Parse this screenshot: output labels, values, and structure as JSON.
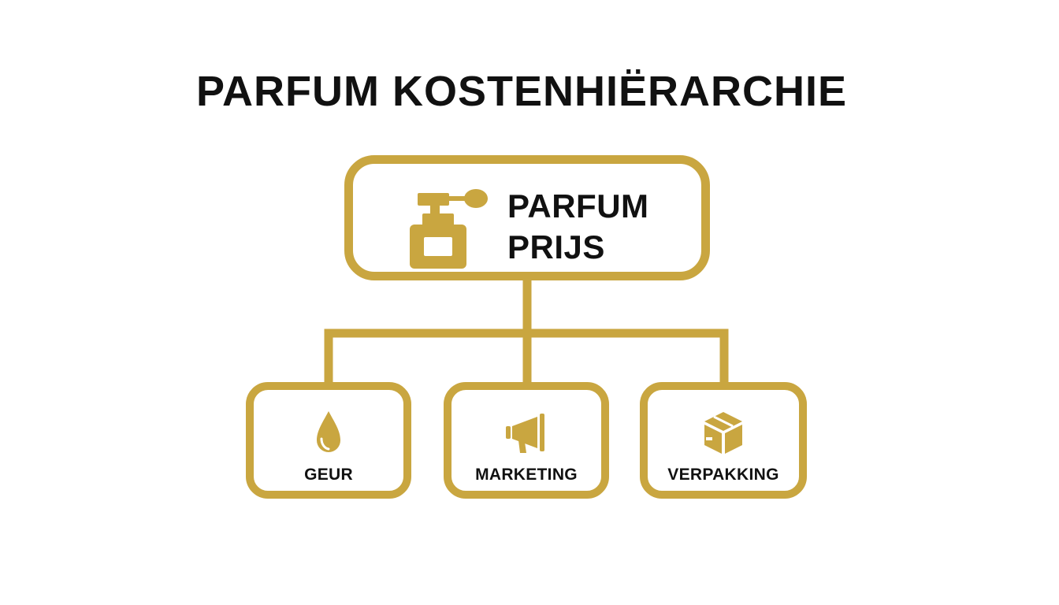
{
  "title": "PARFUM KOSTENHIËRARCHIE",
  "colors": {
    "accent": "#C9A640",
    "text": "#111111",
    "background": "#FFFFFF"
  },
  "root": {
    "icon": "perfume-bottle-icon",
    "label_line1": "PARFUM",
    "label_line2": "PRIJS"
  },
  "children": [
    {
      "label": "GEUR",
      "icon": "droplet-icon"
    },
    {
      "label": "MARKETING",
      "icon": "megaphone-icon"
    },
    {
      "label": "VERPAKKING",
      "icon": "package-box-icon"
    }
  ]
}
